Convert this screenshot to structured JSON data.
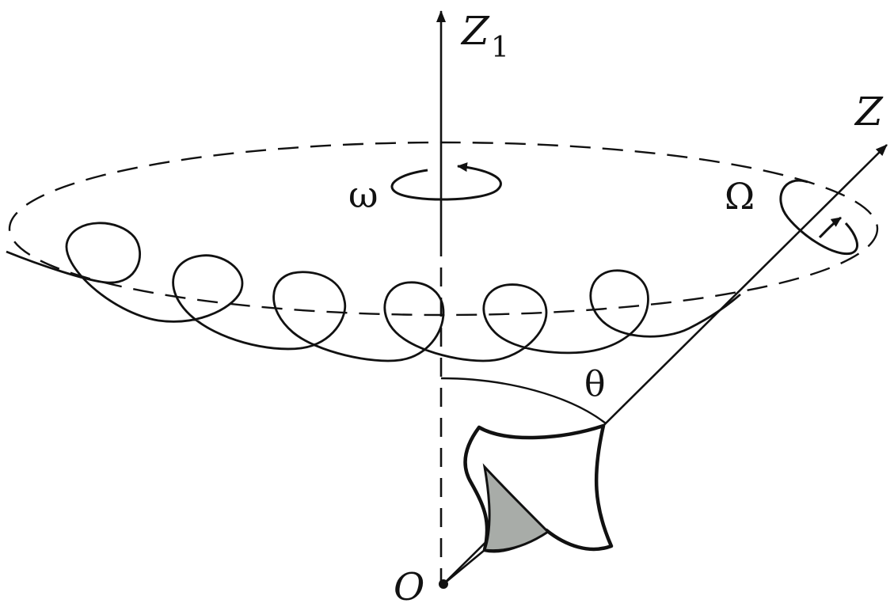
{
  "labels": {
    "z1_axis": "Z",
    "z1_subscript": "1",
    "z_axis": "Z",
    "omega_precession": "ω",
    "omega_spin": "Ω",
    "theta": "θ",
    "origin": "O"
  },
  "colors": {
    "ink": "#111111",
    "background": "#ffffff",
    "top_shading": "#a8aca8"
  }
}
